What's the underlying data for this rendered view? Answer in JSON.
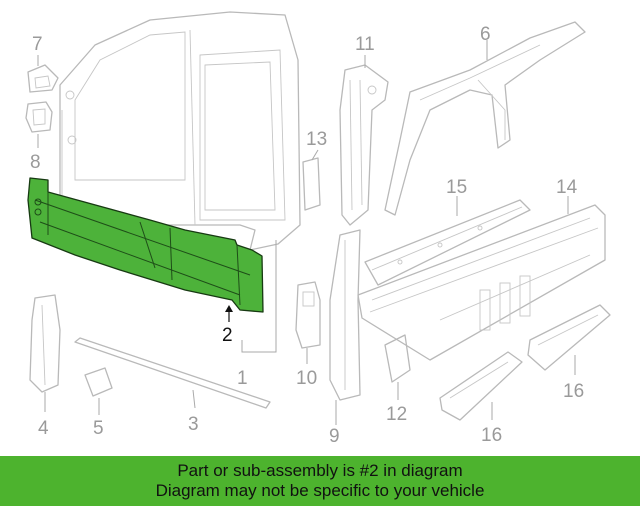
{
  "callouts": {
    "c1": "1",
    "c2": "2",
    "c3": "3",
    "c4": "4",
    "c5": "5",
    "c6": "6",
    "c7": "7",
    "c8": "8",
    "c9": "9",
    "c10": "10",
    "c11": "11",
    "c12": "12",
    "c13": "13",
    "c14": "14",
    "c15": "15",
    "c16a": "16",
    "c16b": "16"
  },
  "banner": {
    "line1": "Part or sub-assembly is #2 in diagram",
    "line2": "Diagram may not be specific to your vehicle"
  },
  "colors": {
    "highlight": "#4db23a",
    "banner": "#4db32e",
    "line_art": "#b9b9b9"
  }
}
